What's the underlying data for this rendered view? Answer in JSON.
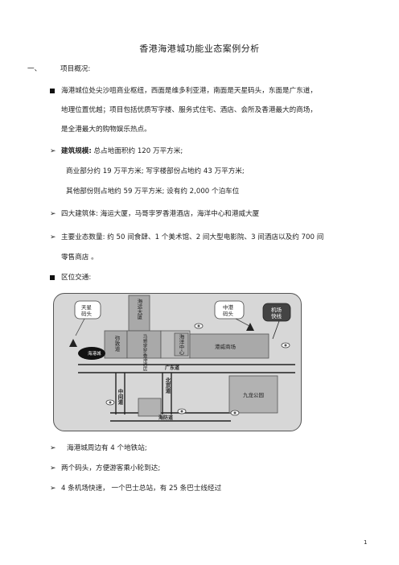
{
  "title": "香港海港城功能业态案例分析",
  "section1": {
    "number": "一、",
    "heading": "项目概况:"
  },
  "p1": {
    "l1": "海港城位处尖沙咀商业枢纽，西面是维多利亚港，南面是天星码头，东面是广东道，",
    "l2": "地理位置优越；项目包括优质写字楼、服务式住宅、酒店、会所及香港最大的商场，",
    "l3": "是全港最大的购物娱乐热点。"
  },
  "p2": {
    "label": "建筑规模:",
    "l1": " 总占地面积约 120 万平方米;",
    "l2": "商业部分约 19 万平方米; 写字楼部份占地约 43 万平方米;",
    "l3": "其他部份则占地约 59 万平方米; 设有约 2,000 个泊车位"
  },
  "p3": {
    "label": "四大建筑体:",
    "text": "  海运大厦，马哥孛罗香港酒店，海洋中心和港威大厦"
  },
  "p4": {
    "label": "主要业态数量:",
    "l1": " 约 50 间食肆、1 个美术馆、2 间大型电影院、3 间酒店以及约 700 间",
    "l2": "零售商店 。"
  },
  "p5": {
    "heading": "区位交通:"
  },
  "map": {
    "star_ferry": [
      "天星",
      "码头"
    ],
    "china_ferry": [
      "中港",
      "码头"
    ],
    "airport_express": [
      "机场",
      "快线"
    ],
    "ocean_terminal": "海运大厦",
    "harbour_city": "海港城",
    "marco_polo": "马哥孛罗香港酒店",
    "ocean_centre": "海洋中心",
    "gateway": "港威商场",
    "canton_road": "广东道",
    "kowloon_park": "九龙公园",
    "haiphong_road": "海防道",
    "peking_road": "北京道",
    "middle_road": "中间道",
    "nathan_road": "弥敦道"
  },
  "transport": {
    "t1": "海港城周边有 4 个地铁站;",
    "t2": "两个码头，方便游客乘小轮到达;",
    "t3": "4 条机场快速， 一个巴士总站，有 25 条巴士线经过"
  },
  "page_number": "1"
}
